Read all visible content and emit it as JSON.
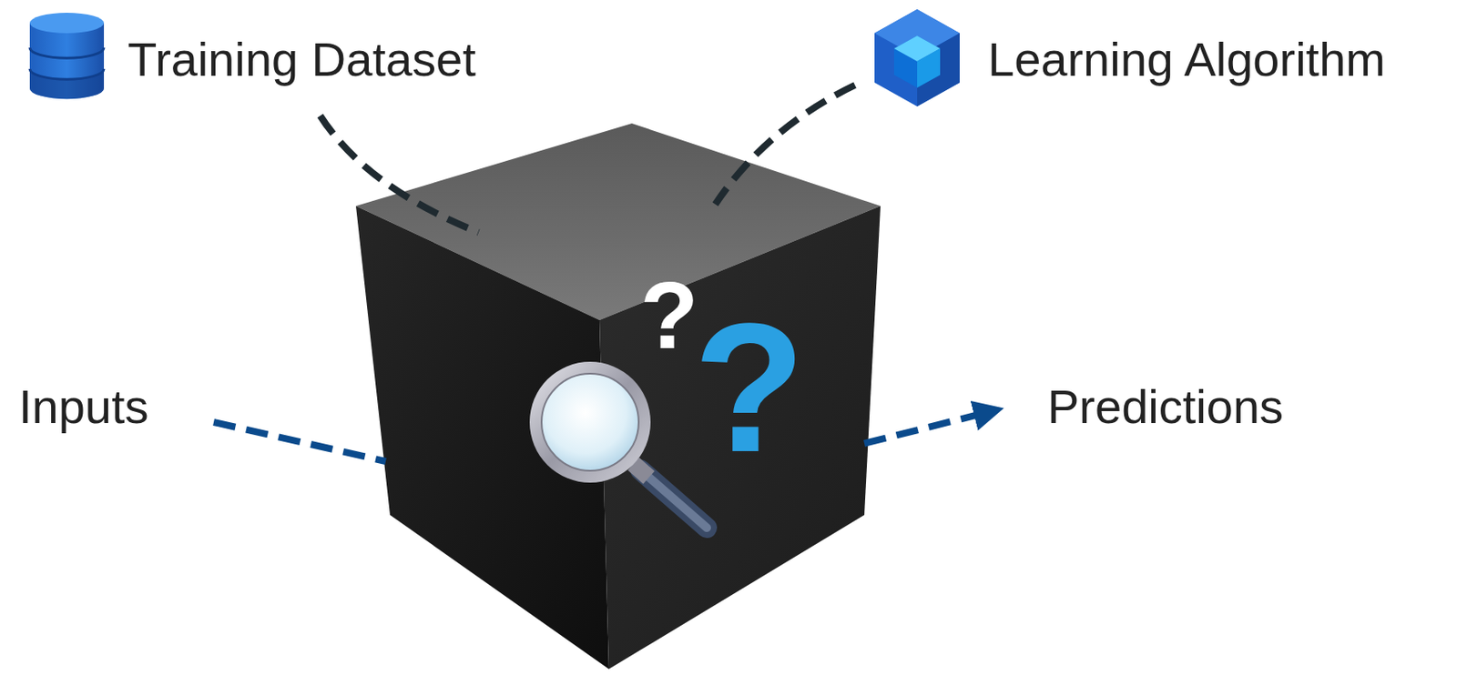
{
  "diagram": {
    "labels": [
      "Training Dataset",
      "Learning Algorithm",
      "Inputs",
      "Predictions",
      "?",
      "?"
    ]
  }
}
